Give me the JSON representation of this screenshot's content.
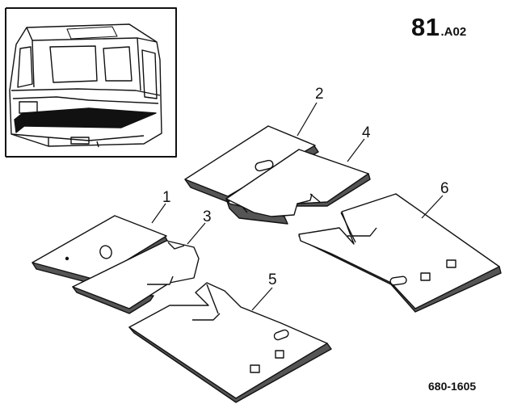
{
  "section": {
    "number": "81",
    "suffix": ".A02"
  },
  "reference_code": "680-1605",
  "callouts": [
    "1",
    "2",
    "3",
    "4",
    "5",
    "6"
  ]
}
